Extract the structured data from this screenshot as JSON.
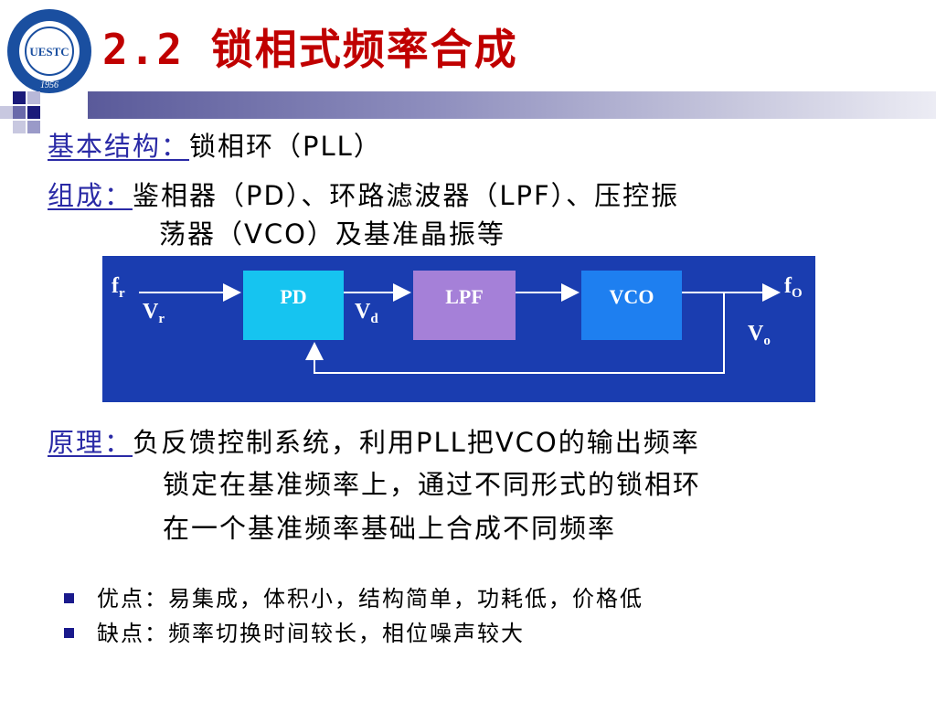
{
  "logo": {
    "text": "UESTC",
    "year": "1956"
  },
  "title": "2.2 锁相式频率合成",
  "basic_structure": {
    "label": "基本结构：",
    "value": "锁相环（PLL）"
  },
  "composition": {
    "label": "组成：",
    "line1": "鉴相器（PD）、环路滤波器（LPF）、压控振",
    "line2": "荡器（VCO）及基准晶振等"
  },
  "diagram": {
    "input_freq": "f",
    "input_freq_sub": "r",
    "input_volt": "V",
    "input_volt_sub": "r",
    "block_pd": "PD",
    "mid_volt": "V",
    "mid_volt_sub": "d",
    "block_lpf": "LPF",
    "block_vco": "VCO",
    "output_freq": "f",
    "output_freq_sub": "O",
    "output_volt": "V",
    "output_volt_sub": "o",
    "colors": {
      "background": "#1a3db0",
      "pd": "#16c4f0",
      "lpf": "#a580d8",
      "vco": "#1e7ff0",
      "line": "#ffffff"
    }
  },
  "principle": {
    "label": "原理：",
    "line1": "负反馈控制系统，利用PLL把VCO的输出频率",
    "line2": "锁定在基准频率上，通过不同形式的锁相环",
    "line3": "在一个基准频率基础上合成不同频率"
  },
  "bullets": [
    "优点：易集成，体积小，结构简单，功耗低，价格低",
    "缺点：频率切换时间较长，相位噪声较大"
  ]
}
